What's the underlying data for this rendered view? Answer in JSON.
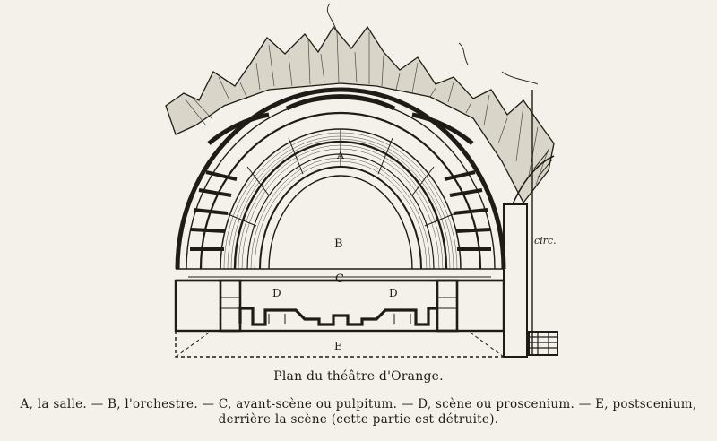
{
  "plan": {
    "labels": {
      "a": "A",
      "b": "B",
      "c": "C",
      "d_left": "D",
      "d_right": "D",
      "e": "E",
      "circ": "circ."
    }
  },
  "caption": "Plan du théâtre d'Orange.",
  "legend": {
    "line1": "A, la salle. — B, l'orchestre. — C, avant-scène ou pulpitum. — D, scène ou proscenium. — E, postscenium,",
    "line2": "derrière la scène (cette partie est détruite)."
  }
}
